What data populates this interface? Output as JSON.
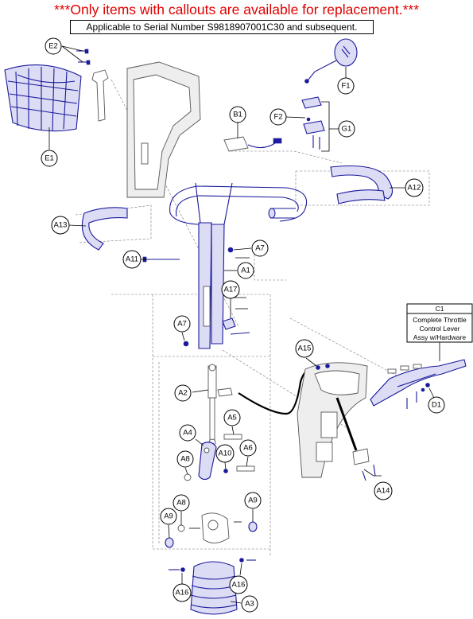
{
  "header": {
    "warning": "***Only items with callouts are available for replacement.***",
    "serial_note": "Applicable to Serial Number S9818907001C30 and subsequent."
  },
  "callouts": {
    "E2": "E2",
    "E1": "E1",
    "F1": "F1",
    "B1": "B1",
    "F2": "F2",
    "G1": "G1",
    "A12": "A12",
    "A13": "A13",
    "A7_top": "A7",
    "A1": "A1",
    "A11": "A11",
    "A17": "A17",
    "A7_mid": "A7",
    "A15": "A15",
    "C1": "C1",
    "D1": "D1",
    "A2": "A2",
    "A5": "A5",
    "A4": "A4",
    "A6": "A6",
    "A8_top": "A8",
    "A10": "A10",
    "A14": "A14",
    "A8_bot": "A8",
    "A9_left": "A9",
    "A9_right": "A9",
    "A16_left": "A16",
    "A16_right": "A16",
    "A3": "A3"
  },
  "c1_description": [
    "Complete Throttle",
    "Control Lever",
    "Assy w/Hardware"
  ],
  "colors": {
    "warning": "#e00000",
    "parts_highlight": "#1a1a9c"
  }
}
